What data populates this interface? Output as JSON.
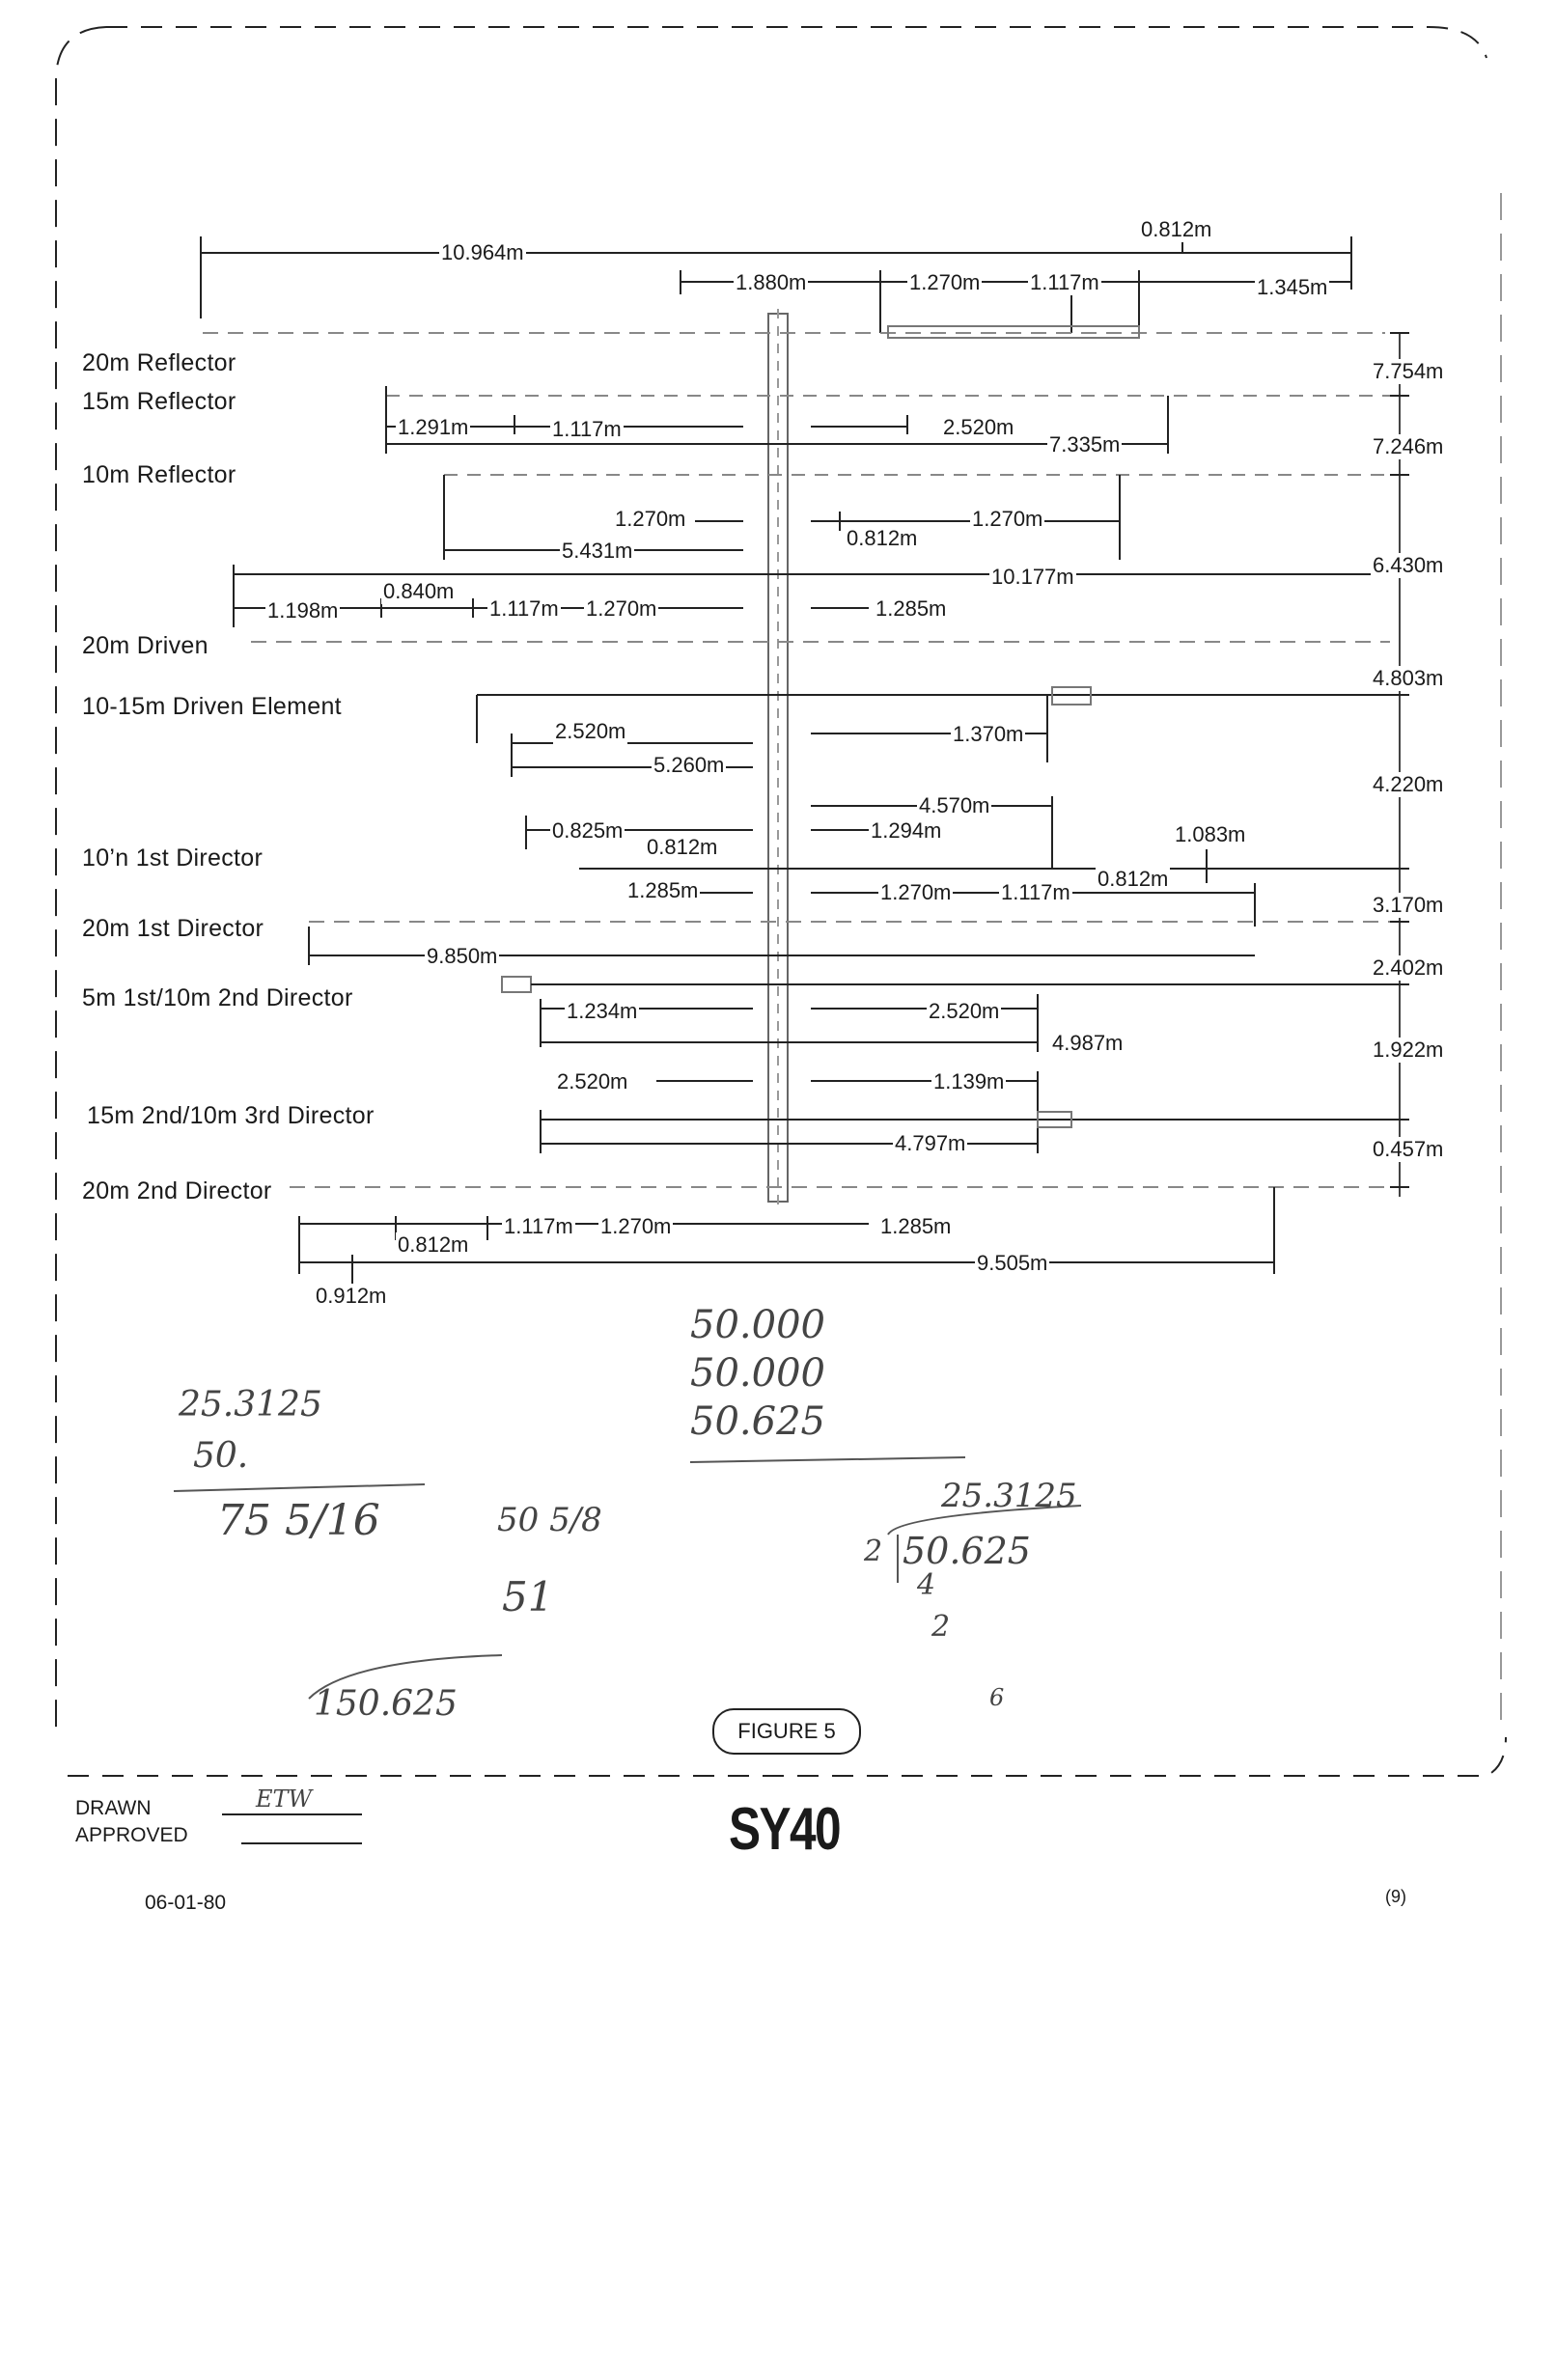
{
  "element_labels": [
    {
      "id": "r20",
      "text": "20m Reflector"
    },
    {
      "id": "r15",
      "text": "15m Reflector"
    },
    {
      "id": "r10",
      "text": "10m Reflector"
    },
    {
      "id": "d20",
      "text": "20m Driven"
    },
    {
      "id": "d1015",
      "text": "10-15m Driven Element"
    },
    {
      "id": "dir10_1",
      "text": "10’n 1st Director"
    },
    {
      "id": "dir20_1",
      "text": "20m 1st Director"
    },
    {
      "id": "dir15_1",
      "text": "5m 1st/10m 2nd Director"
    },
    {
      "id": "dir15_2",
      "text": "15m 2nd/10m 3rd Director"
    },
    {
      "id": "dir20_2",
      "text": "20m 2nd Director"
    }
  ],
  "dimensions": {
    "boom_top_total": "10.964m",
    "top_0812": "0.812m",
    "top_1880": "1.880m",
    "top_1270": "1.270m",
    "top_1117": "1.117m",
    "top_1345": "1.345m",
    "sp_7754": "7.754m",
    "r15_1291": "1.291m",
    "r15_1117": "1.117m",
    "r15_2520": "2.520m",
    "r15_7335": "7.335m",
    "sp_7246": "7.246m",
    "r10_1270a": "1.270m",
    "r10_5431": "5.431m",
    "r10_0812": "0.812m",
    "r10_1270b": "1.270m",
    "sp_6430": "6.430m",
    "d20_10177": "10.177m",
    "d20_1198": "1.198m",
    "d20_0840": "0.840m",
    "d20_1117": "1.117m",
    "d20_1270": "1.270m",
    "d20_1285": "1.285m",
    "sp_4803": "4.803m",
    "d1015_2520": "2.520m",
    "d1015_1370": "1.370m",
    "d1015_5260": "5.260m",
    "sp_4220": "4.220m",
    "dir10_4570": "4.570m",
    "dir10_0825": "0.825m",
    "dir10_0812": "0.812m",
    "dir10_1294": "1.294m",
    "dir20_1083": "1.083m",
    "dir20_1285": "1.285m",
    "dir20_1270": "1.270m",
    "dir20_1117": "1.117m",
    "dir20_0812": "0.812m",
    "dir20_9850": "9.850m",
    "sp_3170": "3.170m",
    "sp_2402": "2.402m",
    "dir15_1234": "1.234m",
    "dir15_2520": "2.520m",
    "dir15_4987": "4.987m",
    "sp_1922": "1.922m",
    "dir152_2520": "2.520m",
    "dir152_1139": "1.139m",
    "dir152_4797": "4.797m",
    "sp_0457": "0.457m",
    "dir202_1117": "1.117m",
    "dir202_1270": "1.270m",
    "dir202_1285": "1.285m",
    "dir202_0812": "0.812m",
    "dir202_9505": "9.505m",
    "dir202_0912": "0.912m"
  },
  "handwriting": {
    "col_a1": "50.000",
    "col_a2": "50.000",
    "col_a3": "50.625",
    "sum1_a": "25.3125",
    "sum1_b": "50.",
    "sum1_total": "75 5/16",
    "mid_a": "50 5/8",
    "mid_b": "51",
    "bottom_note": "150.625",
    "div_quot": "25.3125",
    "div_divisor": "2",
    "div_dividend": "50.625",
    "div_work1": "4",
    "div_work2": "2",
    "div_work3": "6"
  },
  "figure_label": "FIGURE 5",
  "model": "SY40",
  "footer": {
    "drawn_label": "DRAWN",
    "drawn_sig": "ETW",
    "approved_label": "APPROVED",
    "date": "06-01-80",
    "page": "(9)"
  }
}
